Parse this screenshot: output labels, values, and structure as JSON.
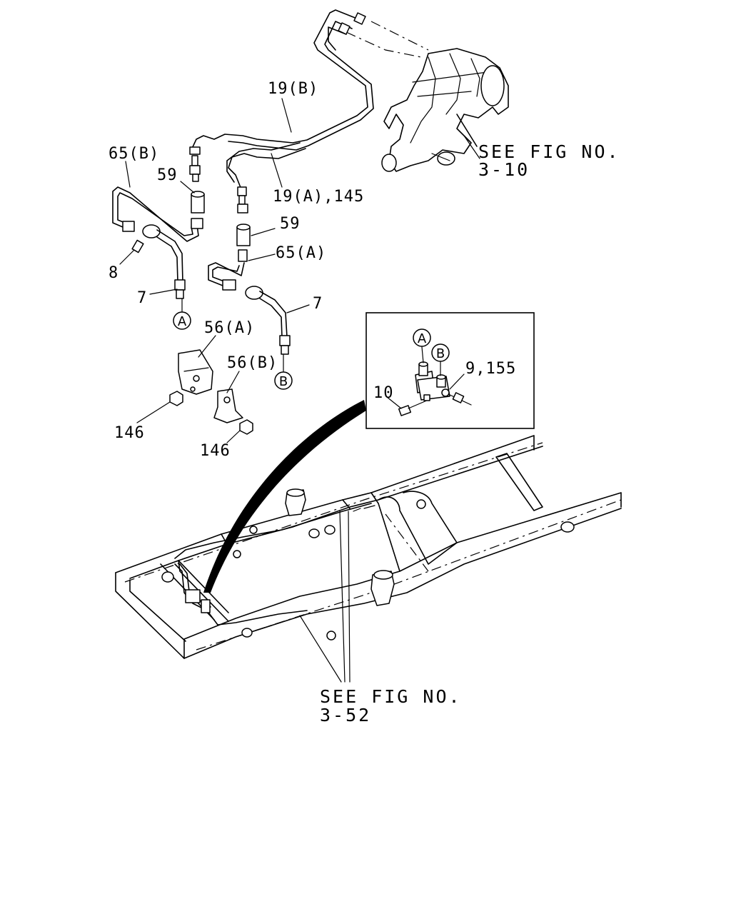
{
  "callouts": {
    "p19b": "19(B)",
    "p19a145": "19(A),145",
    "p65b": "65(B)",
    "p65a": "65(A)",
    "p59_left": "59",
    "p59_right": "59",
    "p8": "8",
    "p7_left": "7",
    "p7_right": "7",
    "p56a": "56(A)",
    "p56b": "56(B)",
    "p146_left": "146",
    "p146_right": "146",
    "p9155": "9,155",
    "p10": "10"
  },
  "connectors": {
    "a_main": "A",
    "b_main": "B",
    "a_inset": "A",
    "b_inset": "B"
  },
  "references": {
    "fig_top_line1": "SEE FIG NO.",
    "fig_top_line2": "3-10",
    "fig_bottom_line1": "SEE FIG NO.",
    "fig_bottom_line2": "3-52"
  }
}
